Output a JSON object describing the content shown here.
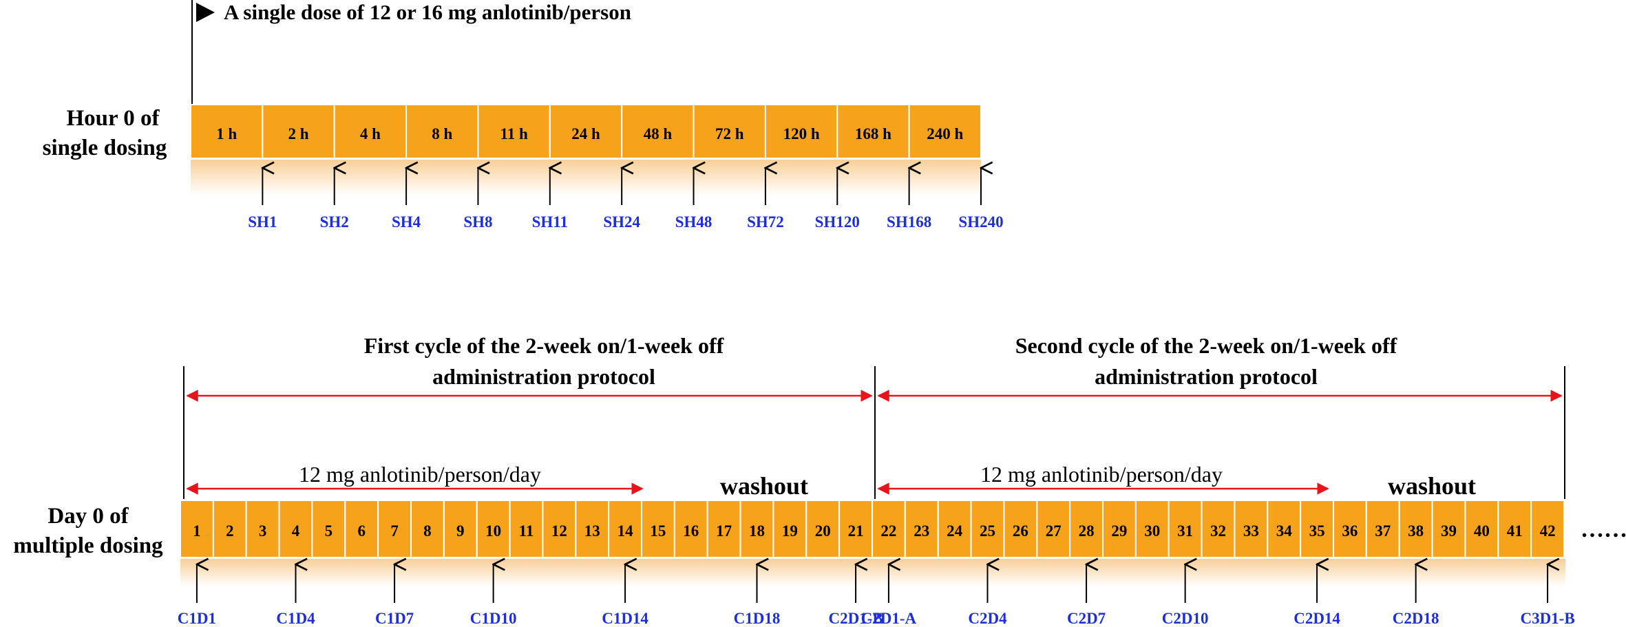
{
  "single": {
    "dose_label": "A single dose of 12 or 16 mg anlotinib/person",
    "start_label_line1": "Hour 0 of",
    "start_label_line2": "single dosing",
    "hours": [
      "1 h",
      "2 h",
      "4 h",
      "8 h",
      "11 h",
      "24 h",
      "48 h",
      "72 h",
      "120 h",
      "168 h",
      "240 h"
    ],
    "samples": [
      "SH1",
      "SH2",
      "SH4",
      "SH8",
      "SH11",
      "SH24",
      "SH48",
      "SH72",
      "SH120",
      "SH168",
      "SH240"
    ]
  },
  "multiple": {
    "start_label_line1": "Day 0 of",
    "start_label_line2": "multiple dosing",
    "cycle1_line1": "First cycle of the 2-week on/1-week off",
    "cycle1_line2": "administration protocol",
    "cycle2_line1": "Second cycle of the 2-week on/1-week off",
    "cycle2_line2": "administration protocol",
    "dose_label_1": "12 mg anlotinib/person/day",
    "dose_label_2": "12 mg anlotinib/person/day",
    "washout_1": "washout",
    "washout_2": "washout",
    "days": [
      "1",
      "2",
      "3",
      "4",
      "5",
      "6",
      "7",
      "8",
      "9",
      "10",
      "11",
      "12",
      "13",
      "14",
      "15",
      "16",
      "17",
      "18",
      "19",
      "20",
      "21",
      "22",
      "23",
      "24",
      "25",
      "26",
      "27",
      "28",
      "29",
      "30",
      "31",
      "32",
      "33",
      "34",
      "35",
      "36",
      "37",
      "38",
      "39",
      "40",
      "41",
      "42"
    ],
    "ellipsis": "……",
    "samples": [
      {
        "label": "C1D1",
        "day": 1
      },
      {
        "label": "C1D4",
        "day": 4
      },
      {
        "label": "C1D7",
        "day": 7
      },
      {
        "label": "C1D10",
        "day": 10
      },
      {
        "label": "C1D14",
        "day": 14
      },
      {
        "label": "C1D18",
        "day": 18
      },
      {
        "label": "C2D1-B",
        "day": 21
      },
      {
        "label": "C2D1-A",
        "day": 22
      },
      {
        "label": "C2D4",
        "day": 25
      },
      {
        "label": "C2D7",
        "day": 28
      },
      {
        "label": "C2D10",
        "day": 31
      },
      {
        "label": "C2D14",
        "day": 35
      },
      {
        "label": "C2D18",
        "day": 38
      },
      {
        "label": "C3D1-B",
        "day": 42
      }
    ]
  },
  "colors": {
    "cell_fill": "#F7A21B",
    "cell_border": "#ffffff",
    "shadow_top": "#F9D7A6",
    "sample_text": "#1F2FD8",
    "range_arrow": "#E8141B",
    "axis": "#000000"
  }
}
